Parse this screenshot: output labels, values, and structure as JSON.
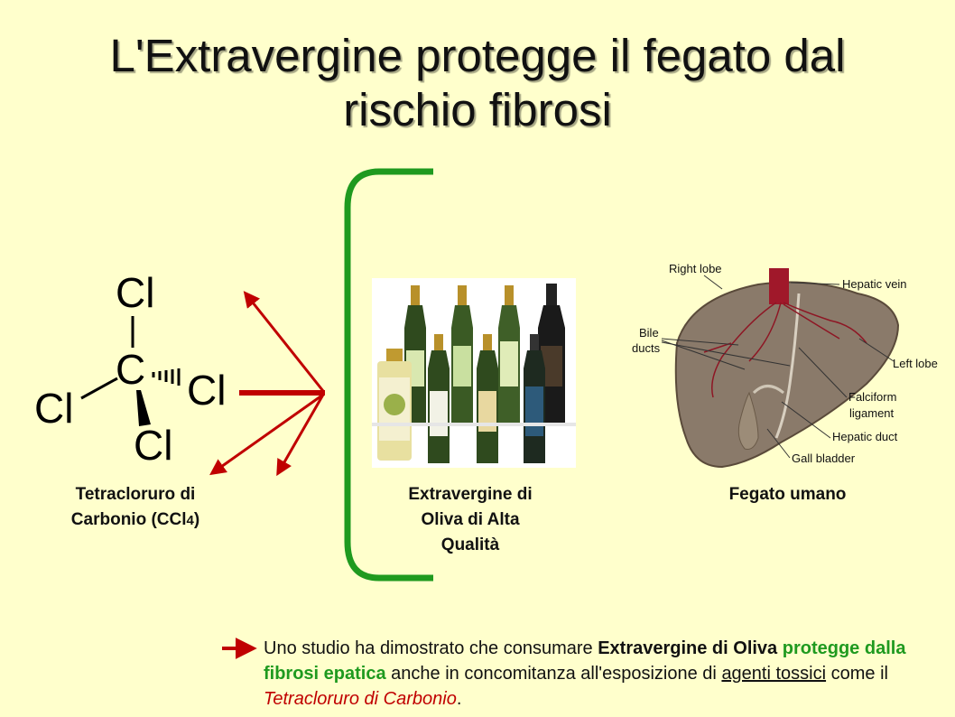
{
  "slide": {
    "title_line1": "L'Extravergine protegge il fegato dal",
    "title_line2": "rischio fibrosi"
  },
  "molecule": {
    "atoms": {
      "cl_top": "Cl",
      "carbon": "C",
      "cl_right": "Cl",
      "cl_left": "Cl",
      "cl_bottom": "Cl"
    },
    "caption_line1": "Tetracloruro di",
    "caption_line2_prefix": "Carbonio (CCl",
    "caption_sub": "4",
    "caption_line2_suffix": ")"
  },
  "oil": {
    "caption_line1": "Extravergine di",
    "caption_line2": "Oliva di Alta",
    "caption_line3": "Qualità"
  },
  "liver": {
    "labels": {
      "right_lobe": "Right lobe",
      "hepatic_vein": "Hepatic vein",
      "bile_ducts_1": "Bile",
      "bile_ducts_2": "ducts",
      "left_lobe": "Left lobe",
      "falciform_1": "Falciform",
      "falciform_2": "ligament",
      "hepatic_duct": "Hepatic duct",
      "gall_bladder": "Gall bladder"
    },
    "caption": "Fegato umano"
  },
  "statement": {
    "part1": "Uno studio ha dimostrato che consumare ",
    "bold1": "Extravergine di Oliva",
    "space1": " ",
    "green": "protegge dalla fibrosi epatica",
    "part2": " anche in concomitanza all'esposizione di ",
    "underlined": "agenti tossici",
    "part3": " come il ",
    "red_italic": "Tetracloruro di Carbonio",
    "part4": "."
  },
  "colors": {
    "background": "#ffffcc",
    "arrow_red": "#c00000",
    "bracket_green": "#1f9a1f",
    "liver_tissue": "#8a7a6a"
  }
}
